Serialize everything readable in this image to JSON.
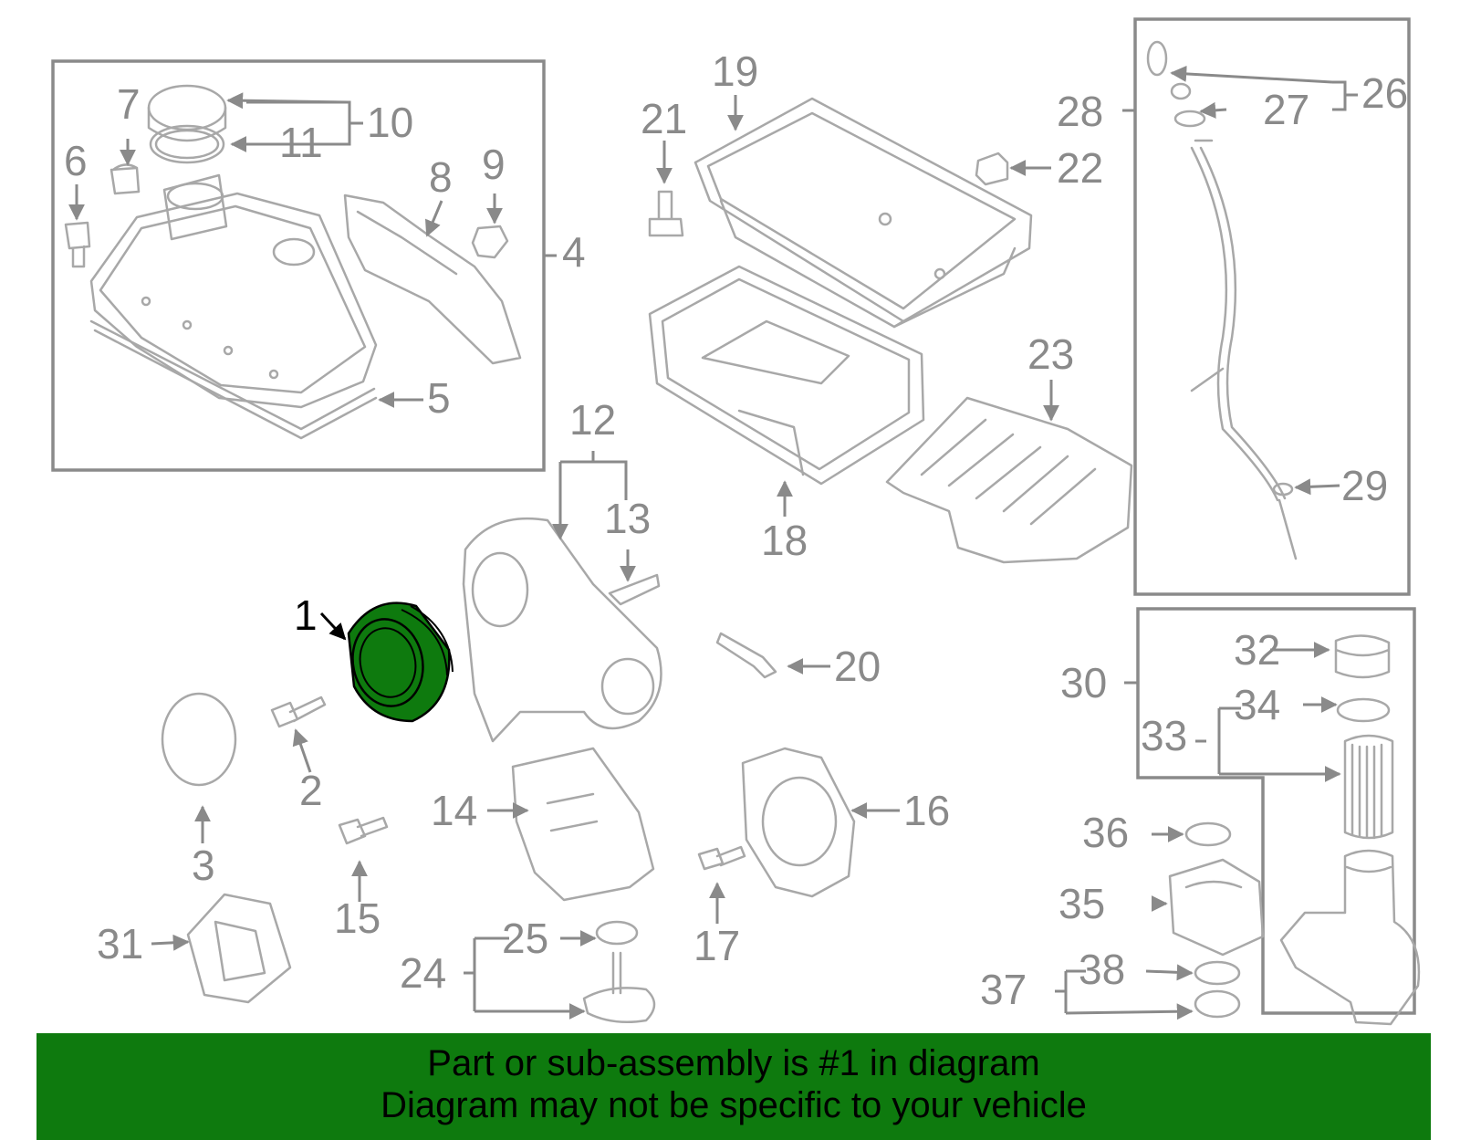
{
  "diagram": {
    "highlight_color": "#0e7a0e",
    "label_color": "#8a8a8a",
    "callouts": {
      "c1": "1",
      "c2": "2",
      "c3": "3",
      "c4": "4",
      "c5": "5",
      "c6": "6",
      "c7": "7",
      "c8": "8",
      "c9": "9",
      "c10": "10",
      "c11": "11",
      "c12": "12",
      "c13": "13",
      "c14": "14",
      "c15": "15",
      "c16": "16",
      "c17": "17",
      "c18": "18",
      "c19": "19",
      "c20": "20",
      "c21": "21",
      "c22": "22",
      "c23": "23",
      "c24": "24",
      "c25": "25",
      "c26": "26",
      "c27": "27",
      "c28": "28",
      "c29": "29",
      "c30": "30",
      "c31": "31",
      "c32": "32",
      "c33": "33",
      "c34": "34",
      "c35": "35",
      "c36": "36",
      "c37": "37",
      "c38": "38"
    }
  },
  "banner": {
    "line1": "Part or sub-assembly is #1 in diagram",
    "line2": "Diagram may not be specific to your vehicle",
    "color": "#0e7a0e"
  }
}
